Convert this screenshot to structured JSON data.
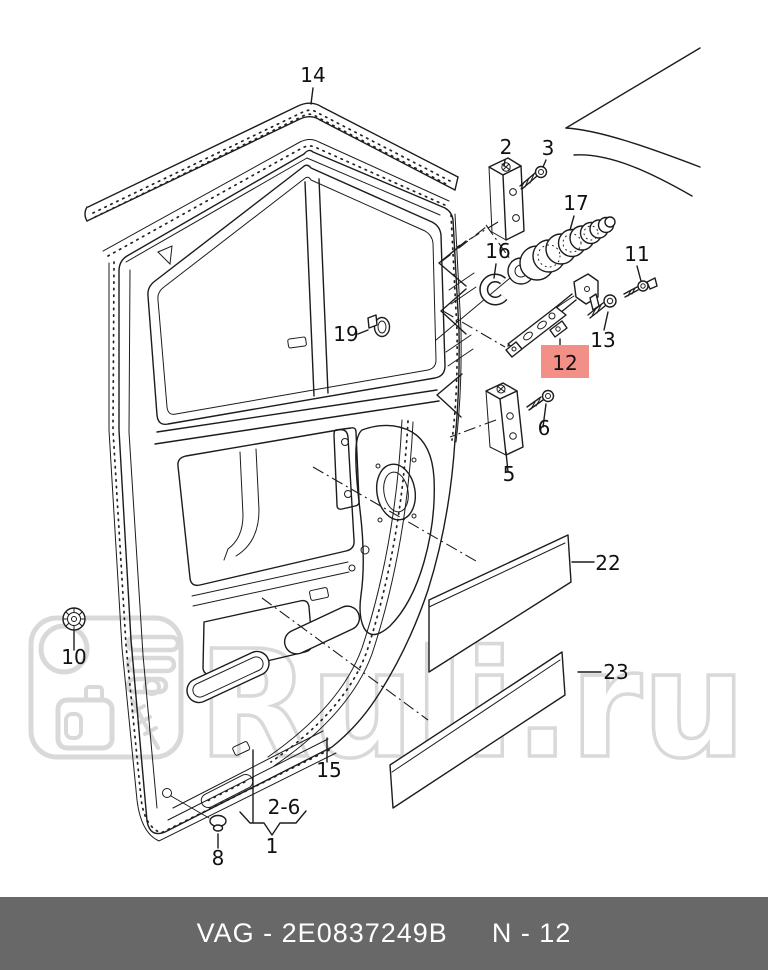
{
  "watermark": {
    "text": "Ruli.ru",
    "color": "#d9d9d9",
    "logo_icon": "ruli-oilcan-logo"
  },
  "highlight": {
    "part": "12",
    "fill": "#f29088",
    "text_color": "#8e3434"
  },
  "labels": [
    {
      "id": "14"
    },
    {
      "id": "2"
    },
    {
      "id": "3"
    },
    {
      "id": "17"
    },
    {
      "id": "16"
    },
    {
      "id": "11"
    },
    {
      "id": "19"
    },
    {
      "id": "13"
    },
    {
      "id": "12"
    },
    {
      "id": "6"
    },
    {
      "id": "5"
    },
    {
      "id": "22"
    },
    {
      "id": "10"
    },
    {
      "id": "23"
    },
    {
      "id": "15"
    },
    {
      "id": "2-6"
    },
    {
      "id": "1"
    },
    {
      "id": "8"
    }
  ],
  "footer": {
    "left": "VAG - 2E0837249B",
    "right": "N - 12",
    "bg": "#686868",
    "text_color": "#ffffff"
  }
}
